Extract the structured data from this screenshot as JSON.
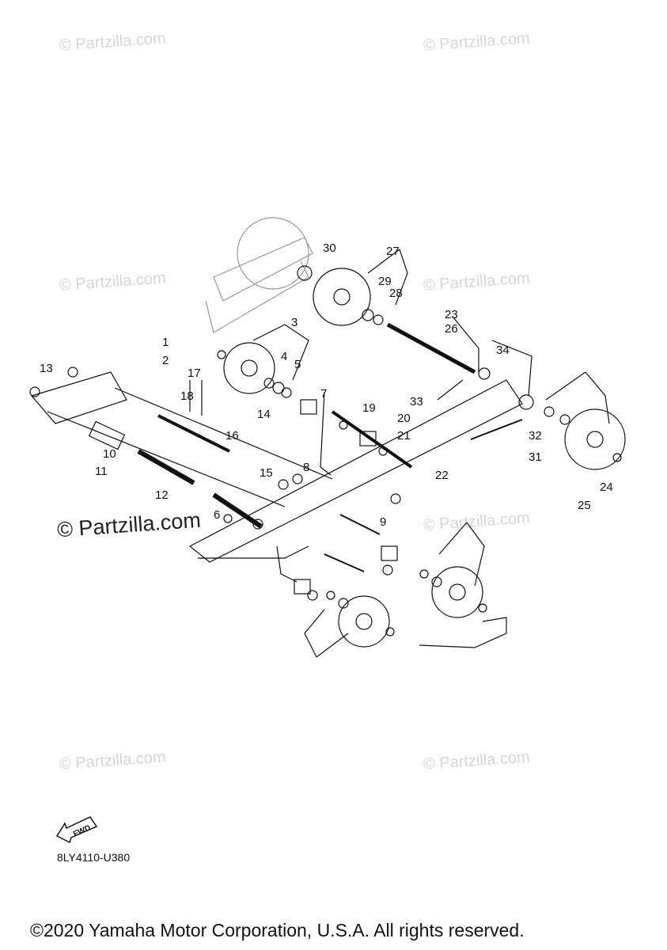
{
  "watermark": "© Partzilla.com",
  "diagram_code": "8LY4110-U380",
  "fwd_label": "FWD",
  "copyright": "©2020 Yamaha Motor Corporation, U.S.A. All rights reserved.",
  "callouts": [
    "1",
    "2",
    "3",
    "4",
    "5",
    "6",
    "7",
    "8",
    "9",
    "10",
    "11",
    "12",
    "13",
    "14",
    "15",
    "16",
    "17",
    "18",
    "19",
    "20",
    "21",
    "22",
    "23",
    "24",
    "25",
    "26",
    "27",
    "28",
    "29",
    "30",
    "31",
    "32",
    "33",
    "34"
  ]
}
